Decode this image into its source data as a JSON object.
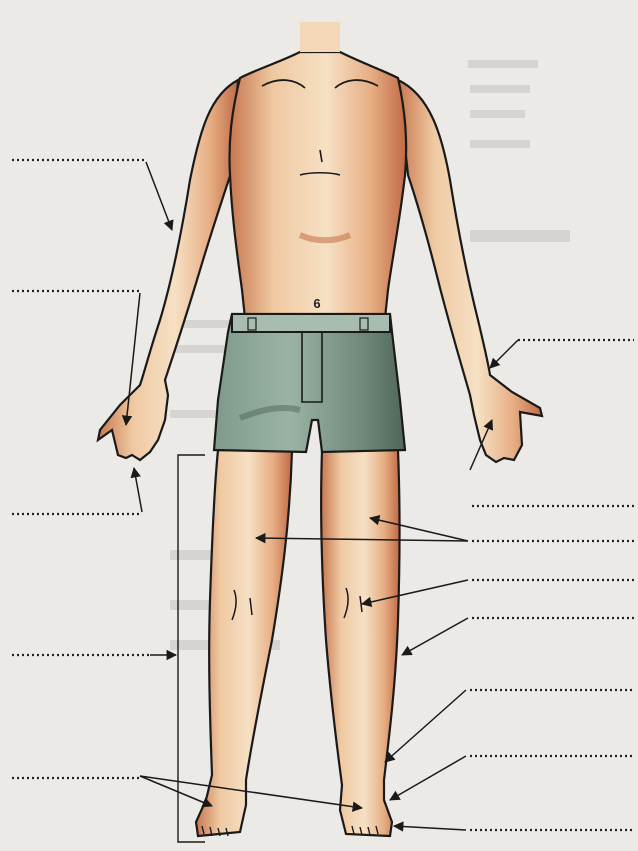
{
  "figure": {
    "waist_number": "6"
  },
  "colors": {
    "paper": "#ecebe7",
    "skin": "#f3d7b6",
    "skin_shade": "#c7764e",
    "shorts": "#8fa89a",
    "shorts_shade": "#5d7567",
    "outline": "#1a1a1a",
    "dotted_line": "#222222"
  },
  "label_blanks": [
    {
      "id": "arm",
      "side": "left"
    },
    {
      "id": "hand",
      "side": "left"
    },
    {
      "id": "fingers",
      "side": "left"
    },
    {
      "id": "leg",
      "side": "left"
    },
    {
      "id": "feet",
      "side": "left"
    },
    {
      "id": "wrist",
      "side": "right"
    },
    {
      "id": "fingers-right",
      "side": "right"
    },
    {
      "id": "thigh",
      "side": "right"
    },
    {
      "id": "knee",
      "side": "right"
    },
    {
      "id": "shin",
      "side": "right"
    },
    {
      "id": "ankle",
      "side": "right"
    },
    {
      "id": "heel",
      "side": "right"
    },
    {
      "id": "toes",
      "side": "right"
    }
  ]
}
